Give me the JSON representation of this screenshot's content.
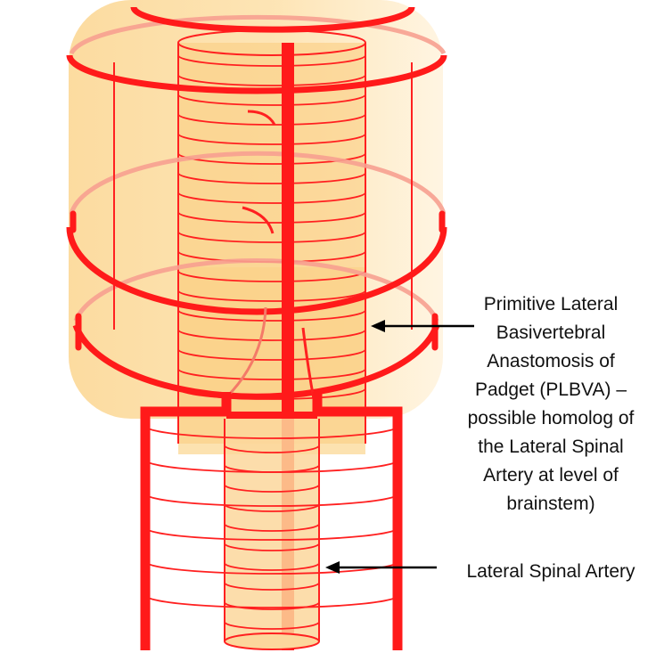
{
  "labels": {
    "plbva": [
      "Primitive Lateral",
      "Basivertebral",
      "Anastomosis of",
      "Padget (PLBVA) –",
      "possible homolog of",
      "the Lateral Spinal",
      "Artery at level of",
      "brainstem)"
    ],
    "lateral_spinal_artery": "Lateral Spinal Artery"
  },
  "colors": {
    "artery_red": "#ff1a1a",
    "pale_red": "#f79a8a",
    "tissue_light": "#fde9c2",
    "tissue_mid": "#fbd38f",
    "tissue_outer": "#fff0d6",
    "arrow": "#000000"
  }
}
